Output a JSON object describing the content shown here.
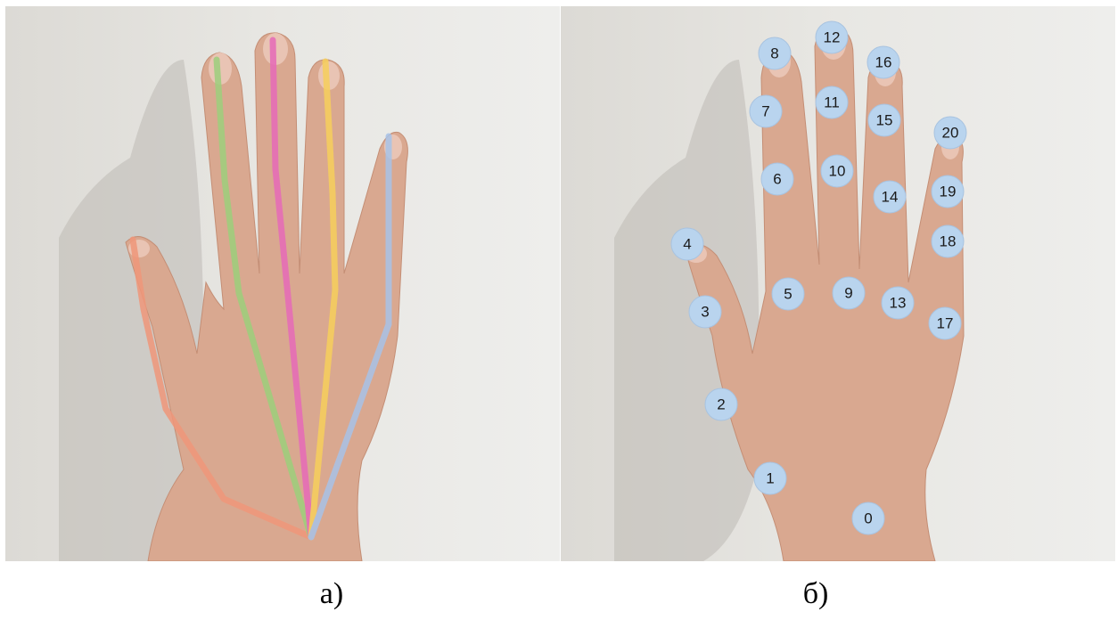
{
  "captions": {
    "a": "а)",
    "b": "б)"
  },
  "keypoints": [
    "0",
    "1",
    "2",
    "3",
    "4",
    "5",
    "6",
    "7",
    "8",
    "9",
    "10",
    "11",
    "12",
    "13",
    "14",
    "15",
    "16",
    "17",
    "18",
    "19",
    "20"
  ],
  "colors": {
    "background": "#e6e5e1",
    "skin": "#d9a890",
    "thumb": "#f0977a",
    "index": "#9ccf7c",
    "middle": "#e66ab8",
    "ring": "#f7cf5c",
    "pinky": "#a8c3e8",
    "keypoint": "#b9d4ee"
  }
}
